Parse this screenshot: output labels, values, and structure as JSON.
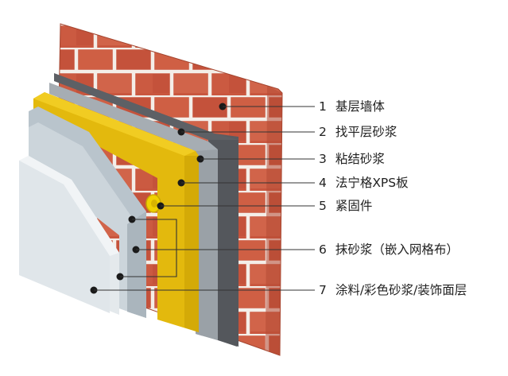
{
  "layers": [
    {
      "num": "1",
      "label": "基层墙体",
      "color": "#c9573f"
    },
    {
      "num": "2",
      "label": "找平层砂浆",
      "color": "#5a5c61"
    },
    {
      "num": "3",
      "label": "粘结砂浆",
      "color": "#9aa2a8"
    },
    {
      "num": "4",
      "label": "法宁格XPS板",
      "color": "#e3b90d"
    },
    {
      "num": "5",
      "label": "紧固件",
      "color": "#f0d000"
    },
    {
      "num": "6",
      "label": "抹砂浆（嵌入网格布）",
      "color": "#b9c4cc"
    },
    {
      "num": "7",
      "label": "涂料/彩色砂浆/装饰面层",
      "color": "#e4e9ec"
    }
  ]
}
